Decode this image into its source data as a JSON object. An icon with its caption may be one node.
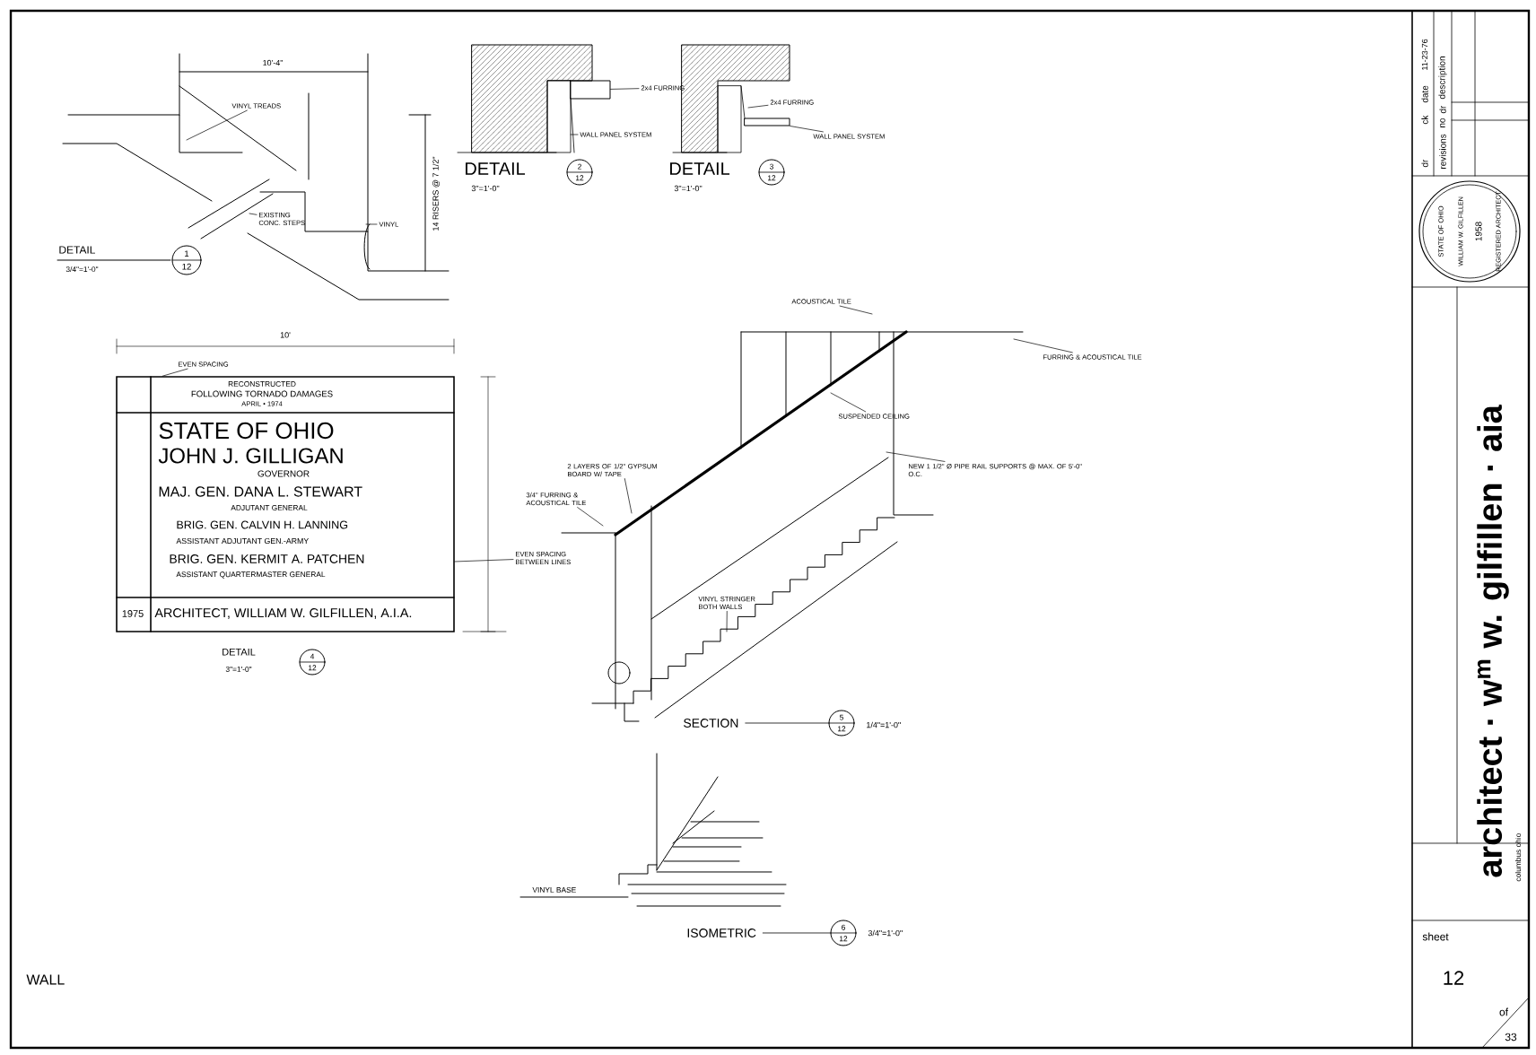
{
  "diagram": {
    "nodes": [
      {
        "text": [
          "VINYL TREADS"
        ]
      },
      {
        "text": [
          "EXISTING CONC. STEPS"
        ]
      },
      {
        "text": [
          "VINYL"
        ]
      },
      {
        "text": [
          "1",
          "12"
        ]
      },
      {
        "text": [
          "2x4 FURRING"
        ]
      },
      {
        "text": [
          "WALL PANEL SYSTEM"
        ]
      },
      {
        "text": [
          "2",
          "12"
        ]
      },
      {
        "text": [
          "2x4 FURRING"
        ]
      },
      {
        "text": [
          "WALL PANEL SYSTEM"
        ]
      },
      {
        "text": [
          "3",
          "12"
        ]
      },
      {
        "text": [
          "STATE OF OHIO",
          "WILLIAM W. GILFILLEN",
          "1958",
          "REGISTERED ARCHITECT"
        ]
      },
      {
        "text": [
          "EVEN SPACING"
        ]
      },
      {
        "text": [
          "RECONSTRUCTED",
          "FOLLOWING TORNADO DAMAGES",
          "APRIL • 1974",
          "STATE OF OHIO",
          "JOHN J. GILLIGAN",
          "GOVERNOR",
          "MAJ. GEN. DANA L. STEWART",
          "ADJUTANT GENERAL",
          "BRIG. GEN. CALVIN H. LANNING",
          "ASSISTANT ADJUTANT GEN.-ARMY",
          "BRIG. GEN. KERMIT A. PATCHEN",
          "ASSISTANT QUARTERMASTER GENERAL",
          "1975",
          "ARCHITECT, WILLIAM W. GILFILLEN, A.I.A."
        ]
      },
      {
        "text": [
          "4",
          "12"
        ]
      },
      {
        "text": [
          "ACOUSTICAL TILE"
        ]
      },
      {
        "text": [
          "FURRING & ACOUSTICAL TILE"
        ]
      },
      {
        "text": [
          "SUSPENDED CEILING"
        ]
      },
      {
        "text": [
          "2 LAYERS OF 1/2\" GYPSUM BOARD W/ TAPE"
        ]
      },
      {
        "text": [
          "NEW 1 1/2\" Ø PIPE RAIL SUPPORTS @ MAX. OF 5'-0\" O.C."
        ]
      },
      {
        "text": [
          "3/4\" FURRING & ACOUSTICAL TILE"
        ]
      },
      {
        "text": [
          "EVEN SPACING BETWEEN LINES"
        ]
      },
      {
        "text": [
          "VINYL STRINGER BOTH WALLS"
        ]
      },
      {
        "text": [
          "5",
          "12"
        ]
      },
      {
        "text": [
          "6",
          "12"
        ]
      },
      {
        "text": [],
        "shape": "box"
      },
      {
        "text": [],
        "shape": "box"
      }
    ],
    "edges": [
      {
        "from": 0,
        "to": null,
        "arrow": "none"
      },
      {
        "from": 1,
        "to": null,
        "arrow": "none"
      },
      {
        "from": 2,
        "to": null,
        "arrow": "none"
      },
      {
        "from": 4,
        "to": 24,
        "arrow": "none"
      },
      {
        "from": 5,
        "to": null,
        "arrow": "none"
      },
      {
        "from": 7,
        "to": null,
        "arrow": "none"
      },
      {
        "from": 8,
        "to": 25,
        "arrow": "none"
      },
      {
        "from": 11,
        "to": 12,
        "arrow": "none"
      },
      {
        "from": 14,
        "to": null,
        "arrow": "none"
      },
      {
        "from": 15,
        "to": null,
        "arrow": "none"
      },
      {
        "from": 16,
        "to": null,
        "arrow": "none"
      },
      {
        "from": 17,
        "to": null,
        "arrow": "none"
      },
      {
        "from": 18,
        "to": null,
        "arrow": "none"
      },
      {
        "from": 19,
        "to": null,
        "arrow": "none"
      },
      {
        "from": 20,
        "to": 12,
        "arrow": "none"
      },
      {
        "from": 21,
        "to": null,
        "arrow": "none"
      }
    ],
    "labels": [
      "10'-4\"",
      "14 RISERS @ 7 1/2\"",
      "DETAIL",
      "3/4\"=1'-0\"",
      "DETAIL",
      "3\"=1'-0\"",
      "DETAIL",
      "3\"=1'-0\"",
      "10'",
      "DETAIL",
      "3\"=1'-0\"",
      "SECTION",
      "1/4\"=1'-0\"",
      "VINYL BASE",
      "ISOMETRIC",
      "3/4\"=1'-0\"",
      "WALL",
      "dr",
      "ck",
      "date",
      "11-23-76",
      "revisions",
      "no",
      "dr",
      "description",
      "architect · w$^{m}$ w. gilfillen · aia",
      "columbus ohio",
      "sheet",
      "12",
      "of",
      "33"
    ]
  }
}
